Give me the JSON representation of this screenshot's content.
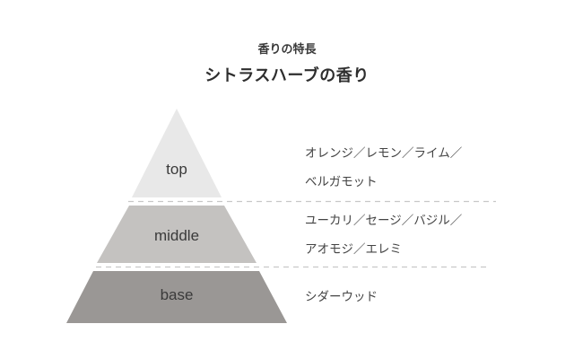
{
  "header": {
    "subtitle": "香りの特長",
    "title": "シトラスハーブの香り"
  },
  "pyramid": {
    "layers": [
      {
        "label": "top",
        "color": "#e8e8e8",
        "notes_line1": "オレンジ／レモン／ライム／",
        "notes_line2": "ベルガモット"
      },
      {
        "label": "middle",
        "color": "#c4c2c0",
        "notes_line1": "ユーカリ／セージ／バジル／",
        "notes_line2": "アオモジ／エレミ"
      },
      {
        "label": "base",
        "color": "#9a9795",
        "notes_line1": "シダーウッド",
        "notes_line2": ""
      }
    ],
    "divider_color": "#c8c8c8"
  }
}
